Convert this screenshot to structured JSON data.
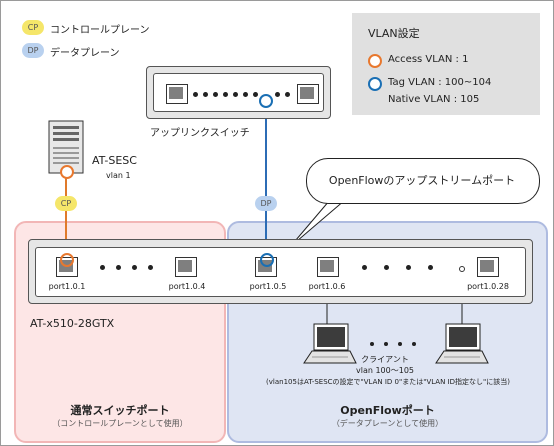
{
  "legend_badges": {
    "cp_badge": "CP",
    "cp_text": "コントロールプレーン",
    "dp_badge": "DP",
    "dp_text": "データプレーン"
  },
  "vlan_box": {
    "title": "VLAN設定",
    "access": "Access VLAN : 1",
    "tag": "Tag VLAN : 100~104",
    "native": "Native VLAN : 105",
    "access_color": "#e8782e",
    "tag_color": "#1a6fb4"
  },
  "uplink_switch": {
    "label": "アップリンクスイッチ"
  },
  "controller": {
    "name": "AT-SESC",
    "vlan": "vlan 1"
  },
  "link_badges": {
    "cp": "CP",
    "dp": "DP"
  },
  "callout": "OpenFlowのアップストリームポート",
  "main_switch": {
    "model": "AT-x510-28GTX",
    "ports": [
      "port1.0.1",
      "port1.0.4",
      "port1.0.5",
      "port1.0.6",
      "port1.0.28"
    ]
  },
  "clients": {
    "label": "クライアント",
    "vlan": "vlan 100～105",
    "note": "(vlan105はAT-SESCの設定で\"VLAN ID 0\"または\"VLAN ID指定なし\"に該当)"
  },
  "zones": {
    "normal_title": "通常スイッチポート",
    "normal_sub": "（コントロールプレーンとして使用）",
    "of_title": "OpenFlowポート",
    "of_sub": "（データプレーンとして使用）"
  },
  "colors": {
    "control_link": "#e07a2a",
    "data_link": "#2c6cb5",
    "normal_zone": "#fde6e6",
    "openflow_zone": "#dfe5f3"
  }
}
